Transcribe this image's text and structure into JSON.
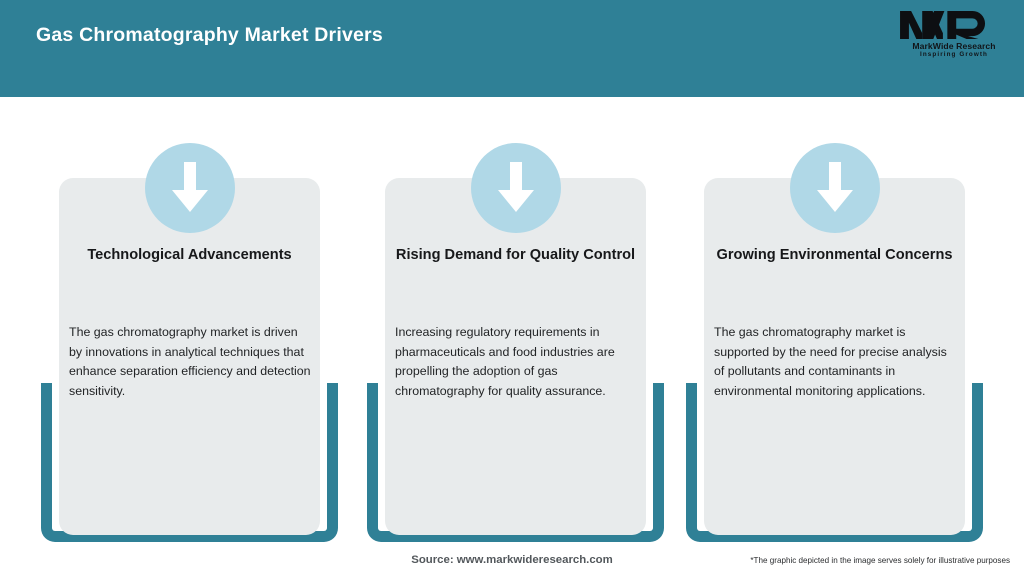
{
  "header": {
    "title": "Gas Chromatography Market Drivers",
    "background_color": "#2f8096",
    "title_color": "#ffffff"
  },
  "logo": {
    "mark": "MWR",
    "name": "MarkWide Research",
    "tagline": "Inspiring Growth"
  },
  "theme": {
    "accent_teal": "#2f8096",
    "panel_grey": "#e8ebec",
    "icon_circle_blue": "#b0d8e7",
    "arrow_white": "#ffffff"
  },
  "cards": [
    {
      "icon": "arrow-down-icon",
      "title": "Technological Advancements",
      "body": "The gas chromatography market is driven by innovations in analytical techniques that enhance separation efficiency and detection sensitivity."
    },
    {
      "icon": "arrow-down-icon",
      "title": "Rising Demand for Quality Control",
      "body": "Increasing regulatory requirements in pharmaceuticals and food industries are propelling the adoption of gas chromatography for quality assurance."
    },
    {
      "icon": "arrow-down-icon",
      "title": "Growing Environmental Concerns",
      "body": "The gas chromatography market is supported by the need for precise analysis of pollutants and contaminants in environmental monitoring applications."
    }
  ],
  "footer": {
    "source": "Source: www.markwideresearch.com",
    "disclaimer": "*The graphic depicted in the image serves solely for illustrative purposes"
  }
}
